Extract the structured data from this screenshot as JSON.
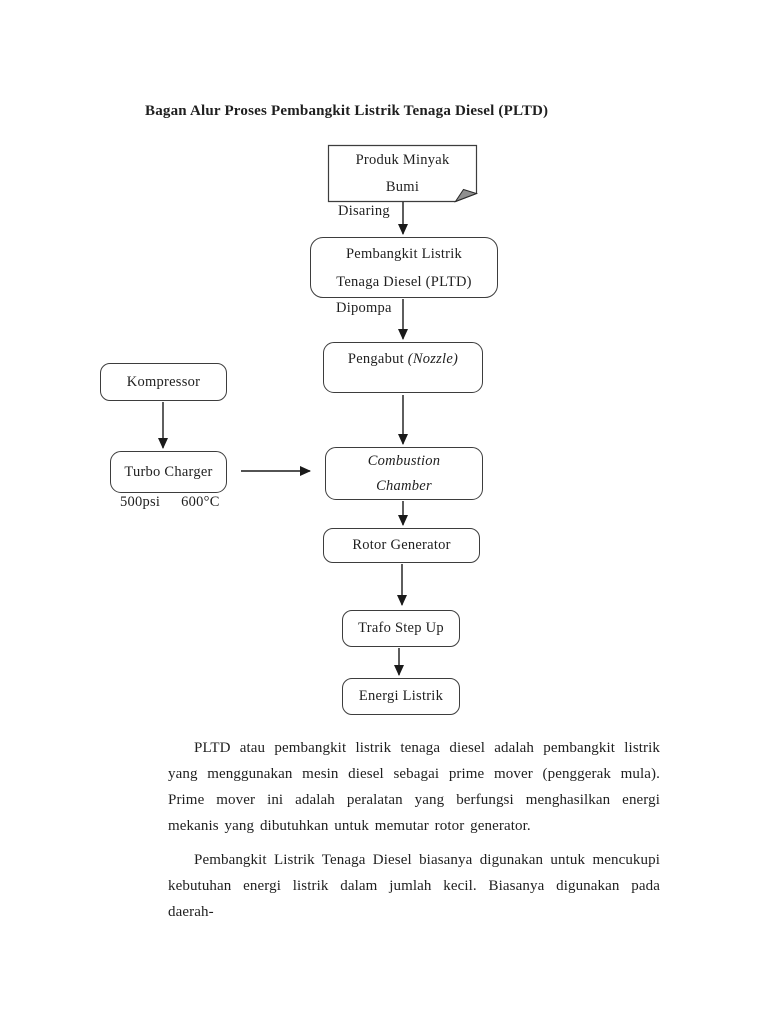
{
  "page": {
    "title": "Bagan Alur Proses Pembangkit Listrik Tenaga Diesel (PLTD)"
  },
  "diagram": {
    "nodes": {
      "produk": {
        "line1": "Produk Minyak",
        "line2": "Bumi"
      },
      "pltd": {
        "line1": "Pembangkit Listrik",
        "line2": "Tenaga Diesel (PLTD)"
      },
      "pengabut": {
        "prefix": "Pengabut ",
        "italic_part": "(Nozzle)"
      },
      "kompressor": {
        "label": "Kompressor"
      },
      "turbo": {
        "label": "Turbo Charger"
      },
      "turbo_specs": {
        "pressure": "500psi",
        "temperature": "600°C"
      },
      "combustion": {
        "line1": "Combustion",
        "line2": "Chamber"
      },
      "rotor": {
        "label": "Rotor Generator"
      },
      "trafo": {
        "label": "Trafo Step Up"
      },
      "energi": {
        "label": "Energi Listrik"
      }
    },
    "edge_labels": {
      "disaring": "Disaring",
      "dipompa": "Dipompa"
    }
  },
  "paragraphs": [
    {
      "text": "PLTD atau pembangkit listrik tenaga diesel adalah pembangkit listrik yang menggunakan mesin diesel sebagai prime mover (penggerak mula). Prime mover ini adalah peralatan yang berfungsi menghasilkan energi mekanis yang dibutuhkan untuk memutar rotor generator."
    },
    {
      "text": "Pembangkit Listrik Tenaga Diesel biasanya digunakan untuk mencukupi kebutuhan energi listrik dalam jumlah kecil. Biasanya digunakan pada daerah-"
    }
  ]
}
